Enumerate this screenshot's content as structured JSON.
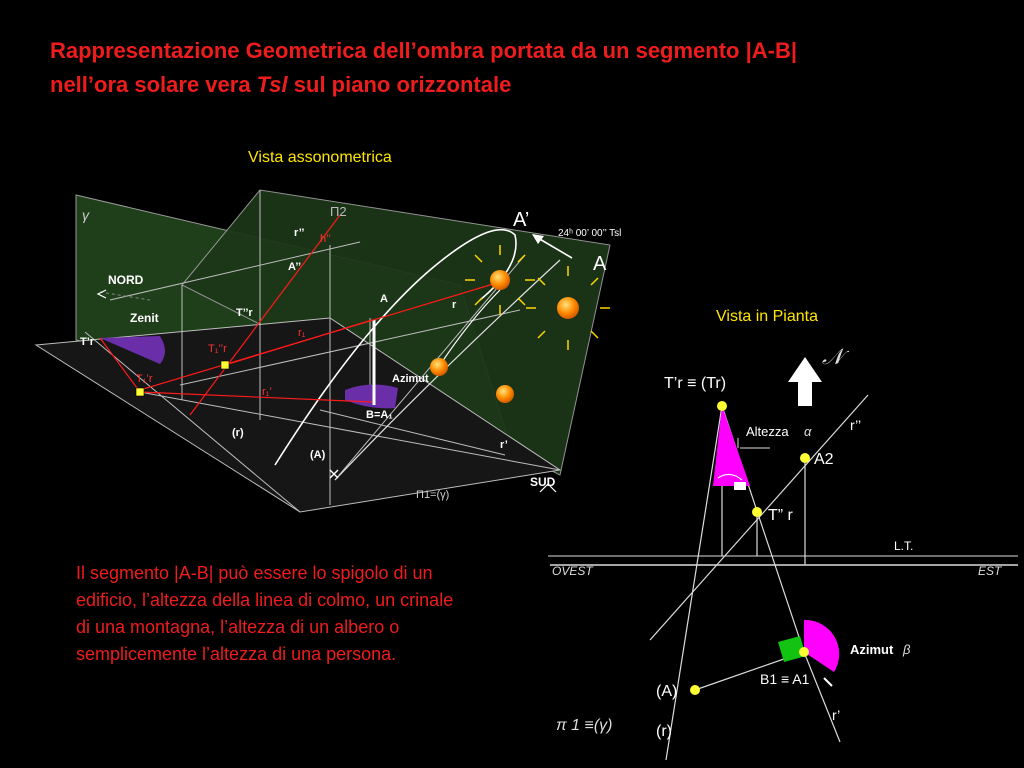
{
  "title": {
    "line1": "Rappresentazione Geometrica dell’ombra portata da un segmento |A-B|",
    "line2_pre": "nell’ora solare vera ",
    "line2_italic": "Tsl",
    "line2_post": " sul piano orizzontale"
  },
  "captions": {
    "axonometric": "Vista assonometrica",
    "plan": "Vista in Pianta"
  },
  "note": "Il segmento |A-B| può essere lo spigolo di un edificio, l’altezza della linea di colmo, un crinale di una montagna, l’altezza di un albero o semplicemente l’altezza di una persona.",
  "axo_labels": {
    "gamma": "γ",
    "pi2": "Π2",
    "r2": "r’’",
    "h2": "h’’",
    "a2": "A’’",
    "nord": "NORD",
    "zenit": "Zenit",
    "t2r": "T’’r",
    "a": "A",
    "r": "r",
    "r1": "r₁",
    "tr_left": "T’r",
    "t1r2": "T₁’’r",
    "t1r1": "T₁’r",
    "r1_prime": "r₁’",
    "azimut": "Azimut",
    "b_a1": "B=A₁",
    "paren_r": "(r)",
    "paren_a": "(A)",
    "r_prime": "r’",
    "pi1": "Π1=(γ)",
    "sud": "SUD",
    "a_prime_big": "A’",
    "a_big": "A",
    "time": "24ʰ 00’ 00’’ Tsl"
  },
  "plan_labels": {
    "north": "𝒩",
    "tr_equiv": "T’r ≡ (Tr)",
    "altezza": "Altezza",
    "alpha": "α",
    "r_double": "r’’",
    "a2": "A2",
    "t2r": "T” r",
    "lt": "L.T.",
    "ovest": "OVEST",
    "est": "EST",
    "azimut": "Azimut",
    "beta": "β",
    "paren_a": "(A)",
    "b1a1": "B1 ≡ A1",
    "r_prime": "r’",
    "pi1": "π 1 ≡(γ)",
    "paren_r": "(r)"
  },
  "colors": {
    "title_red": "#ee1c1c",
    "caption_yellow": "#ffe600",
    "plane_green": "#1f3f1a",
    "magenta": "#ff00ff",
    "purple": "#6a2ea8",
    "sun_orange": "#ff8a00",
    "point_yellow": "#ffff33"
  }
}
